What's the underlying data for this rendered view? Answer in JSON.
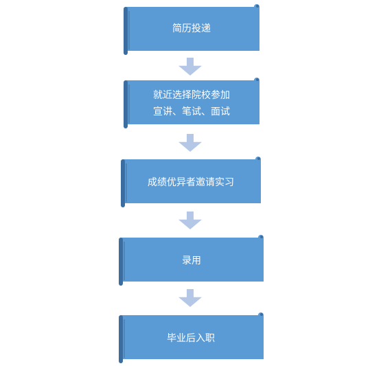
{
  "flow": {
    "colors": {
      "box": "#5b9bd5",
      "box_edge": "#41719c",
      "scroll_dark": "#3c6da0",
      "arrow": "#b4c7e7",
      "text": "#ffffff"
    },
    "steps": [
      {
        "lines": [
          "简历投递"
        ]
      },
      {
        "lines": [
          "就近选择院校参加",
          "宣讲、笔试、面试"
        ]
      },
      {
        "lines": [
          "成绩优异者邀请实习"
        ]
      },
      {
        "lines": [
          "录用"
        ]
      },
      {
        "lines": [
          "毕业后入职"
        ]
      }
    ]
  }
}
